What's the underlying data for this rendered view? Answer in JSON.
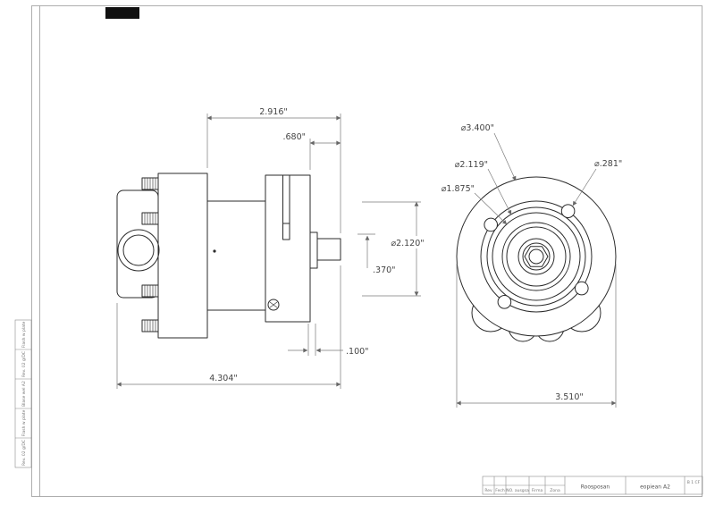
{
  "dims": {
    "side": {
      "body_width": "2.916\"",
      "shaft_ext": ".680\"",
      "pilot_dia": "⌀2.120\"",
      "shaft_step": ".370\"",
      "step_width": ".100\"",
      "overall_length": "4.304\""
    },
    "front": {
      "outer_dia": "⌀3.400\"",
      "bolt_circle_dia": "⌀2.119\"",
      "pilot_dia": "⌀1.875\"",
      "hole_dia": "⌀.281\"",
      "overall_width": "3.510\""
    }
  },
  "title_block": {
    "labels": [
      "Rev",
      "Fech",
      "NO. ausgsa",
      "Firma",
      "Zona"
    ],
    "part_name": "Roosposan",
    "doc_info": "eopiean A2",
    "corner_code": "B 1 CF"
  },
  "margin_notes": [
    "Flash w plate",
    "Rev. 02 g/DC",
    "Blase wel A2",
    "Flash w plate",
    "Rev. 02 g/DC"
  ]
}
